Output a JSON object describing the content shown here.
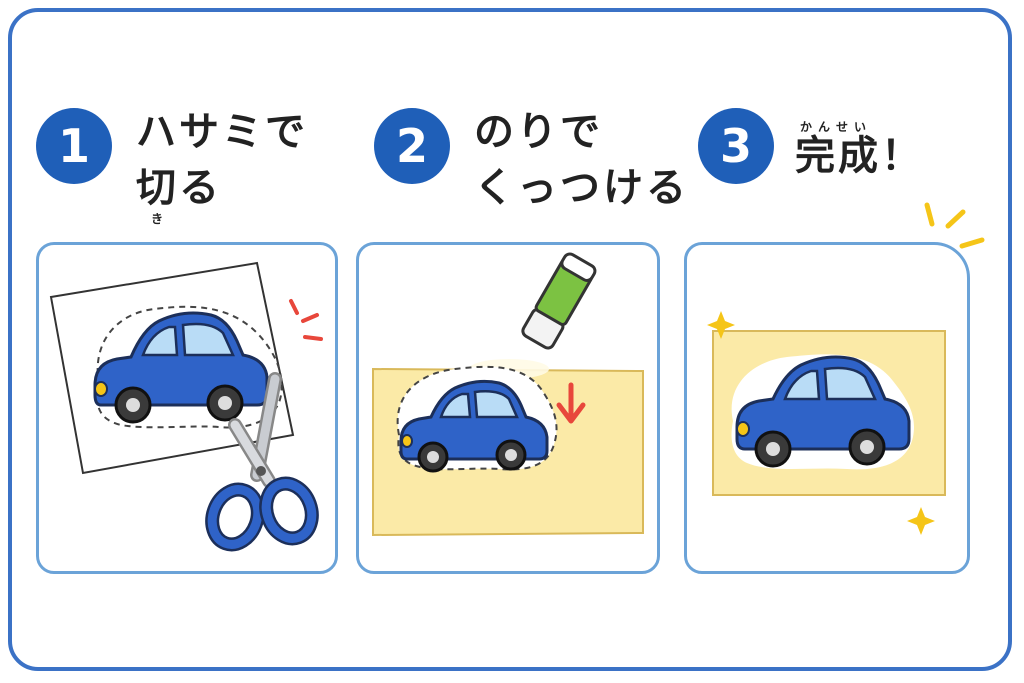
{
  "steps": [
    {
      "number": "1",
      "title_line1": "ハサミで",
      "title_line2": "切る",
      "ruby": "き",
      "icons": [
        "paper-sheet",
        "car-illustration",
        "scissors-icon",
        "cut-sparks"
      ]
    },
    {
      "number": "2",
      "title_line1": "のりで",
      "title_line2": "くっつける",
      "icons": [
        "glue-stick-icon",
        "down-arrow-icon",
        "car-cutout",
        "yellow-paper"
      ]
    },
    {
      "number": "3",
      "title_line1": "完成！",
      "ruby": "かんせい",
      "icons": [
        "sparkle-icon",
        "car-finished",
        "yellow-paper",
        "shine-lines"
      ]
    }
  ],
  "colors": {
    "frame": "#3b72c6",
    "badge": "#1f5fb8",
    "panel_border": "#6ba3d8",
    "car_body": "#2f63c8",
    "car_window": "#b9dcf6",
    "paper_yellow": "#fbeaa7",
    "glue_green": "#7cc242",
    "arrow_red": "#e8473b",
    "sparkle_yellow": "#f5c518"
  }
}
